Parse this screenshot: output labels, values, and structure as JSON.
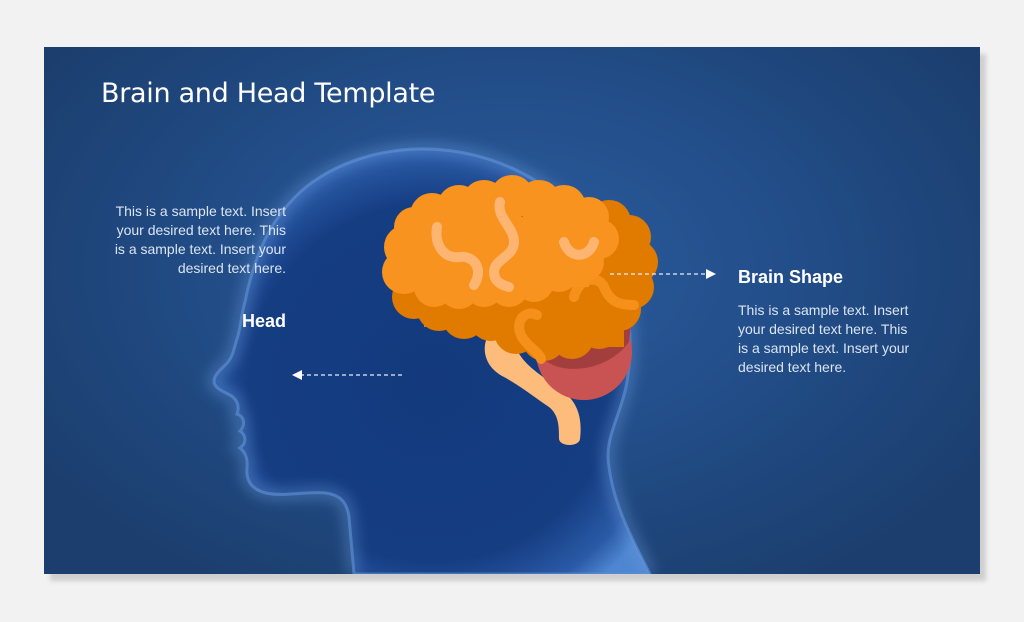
{
  "slide": {
    "title": "Brain and Head Template",
    "background_color": "#234f8b",
    "head_callout": {
      "heading": "Head",
      "body": "This is a sample text. Insert your desired text here. This is a sample text. Insert your desired text here.",
      "arrow_direction": "left"
    },
    "brain_callout": {
      "heading": "Brain Shape",
      "body": "This is a sample text. Insert your desired text here. This is a sample text. Insert your desired text here.",
      "arrow_direction": "right"
    },
    "illustration": {
      "head_silhouette_color": "#4f86d1",
      "brain_upper_color": "#f7931e",
      "brain_lower_color": "#e07b00",
      "brain_folds_color": "#fdb97a",
      "cerebellum_color": "#c95353",
      "cerebellum_shadow_color": "#a33e3e",
      "brainstem_color": "#fdbb7c"
    }
  }
}
